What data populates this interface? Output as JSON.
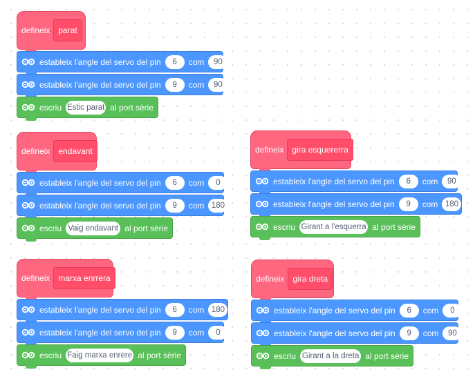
{
  "labels": {
    "define": "defineix",
    "set_servo": "estableix l'angle del servo del pin",
    "as": "com",
    "write": "escriu",
    "serial_port": "al port sèrie"
  },
  "colors": {
    "define_hat": "#ff6680",
    "servo_block": "#4c97ff",
    "serial_block": "#59c059",
    "background": "#ffffff"
  },
  "icons": {
    "arduino": "arduino-infinity-icon"
  },
  "procedures": [
    {
      "name": "parat",
      "servo": [
        {
          "pin": "6",
          "angle": "90"
        },
        {
          "pin": "9",
          "angle": "90"
        }
      ],
      "message": "Estic parat"
    },
    {
      "name": "endavant",
      "servo": [
        {
          "pin": "6",
          "angle": "0"
        },
        {
          "pin": "9",
          "angle": "180"
        }
      ],
      "message": "Vaig endavant"
    },
    {
      "name": "gira esquererra",
      "servo": [
        {
          "pin": "6",
          "angle": "90"
        },
        {
          "pin": "9",
          "angle": "180"
        }
      ],
      "message": "Girant a l'esquerra"
    },
    {
      "name": "marxa enrrera",
      "servo": [
        {
          "pin": "6",
          "angle": "180"
        },
        {
          "pin": "9",
          "angle": "0"
        }
      ],
      "message": "Faig marxa enrere"
    },
    {
      "name": "gira dreta",
      "servo": [
        {
          "pin": "6",
          "angle": "0"
        },
        {
          "pin": "9",
          "angle": "90"
        }
      ],
      "message": "Girant a la dreta"
    }
  ]
}
